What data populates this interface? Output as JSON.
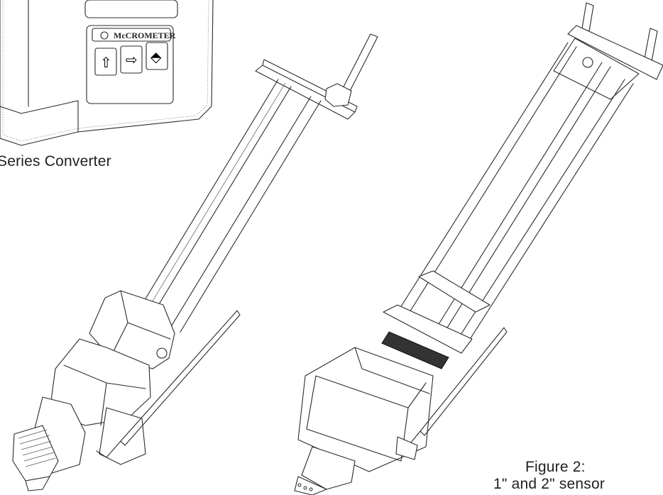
{
  "converter": {
    "brand": "McCROMETER",
    "caption": "Series Converter",
    "buttons": [
      {
        "glyph": "⇧",
        "icon": "up-arrow-icon"
      },
      {
        "glyph": "⇨",
        "icon": "right-arrow-icon"
      },
      {
        "glyph": "⬘",
        "icon": "enter-diamond-icon"
      }
    ]
  },
  "figure": {
    "caption_line1": "Figure 2:",
    "caption_line2": "1\" and 2\" sensor"
  }
}
